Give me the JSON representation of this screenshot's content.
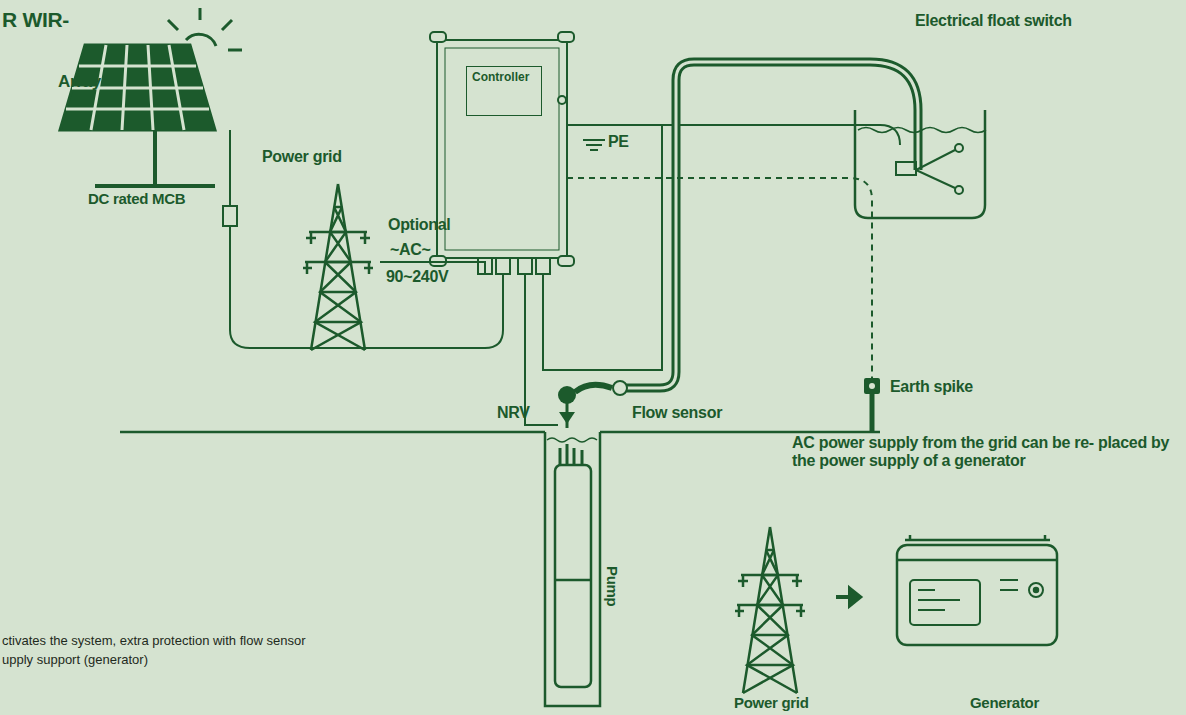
{
  "diagram": {
    "title": "R WIR-",
    "nodes": [
      {
        "text": [
          "Controller"
        ]
      }
    ],
    "labels": [
      "Array",
      "DC rated MCB",
      "Power grid",
      "Optional",
      "~AC~",
      "90~240V",
      "PE",
      "Electrical float switch",
      "NRV",
      "Flow sensor",
      "Earth spike",
      "Pump",
      "AC power supply from the grid can be re- placed by the power supply of a generator",
      "Power grid",
      "Generator",
      "ctivates the system, extra protection with flow sensor",
      "upply support (generator)"
    ]
  }
}
